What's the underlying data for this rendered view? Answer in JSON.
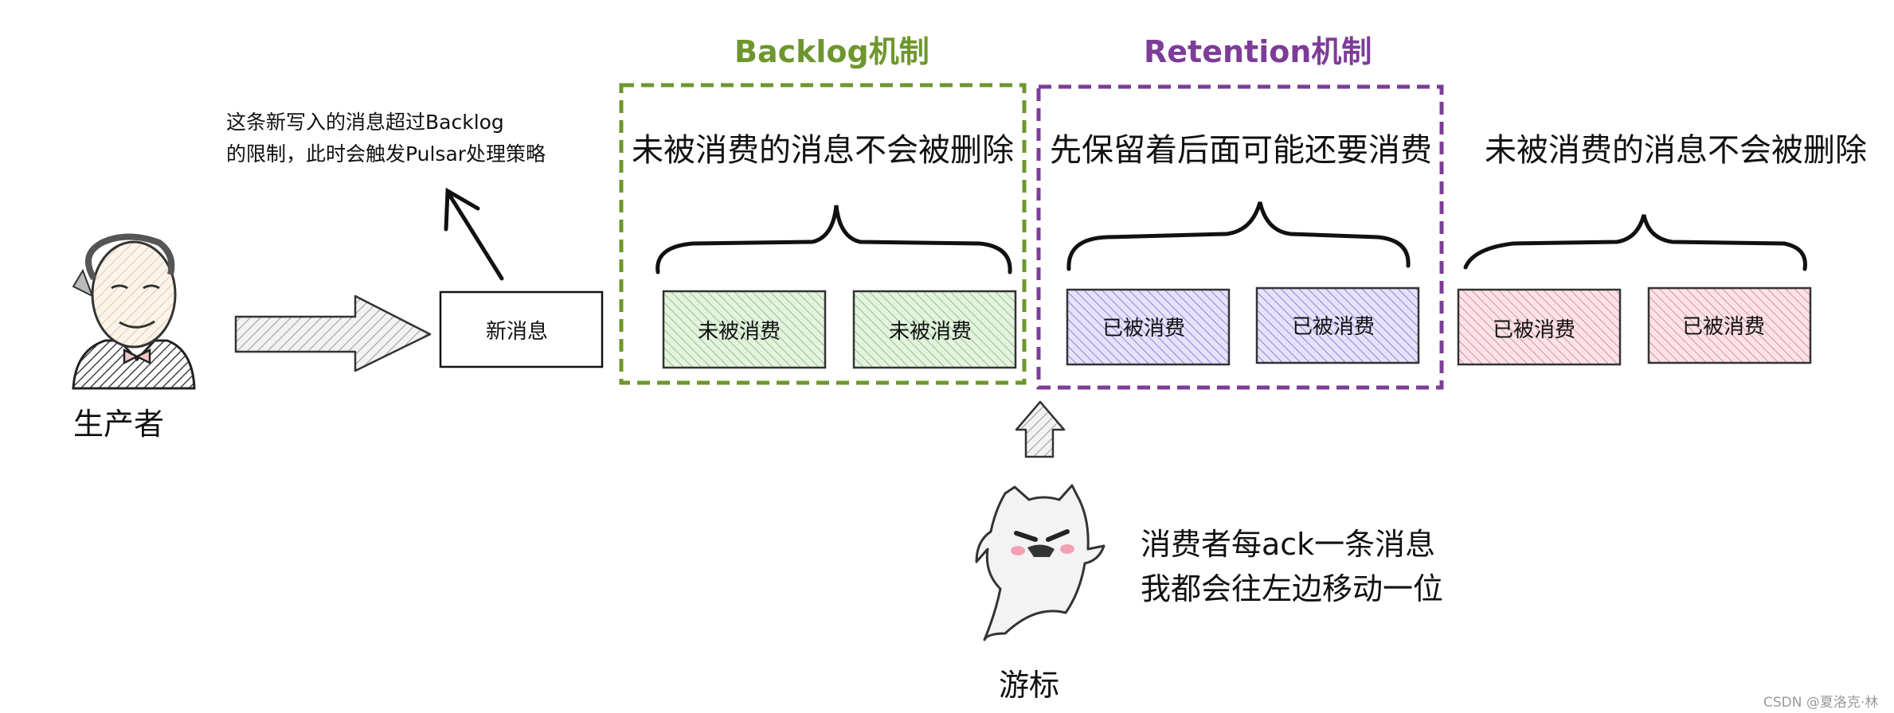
{
  "colors": {
    "backlog": "#6e962e",
    "retention": "#7d3c98",
    "unconsumed_fill": "#cfe8c8",
    "consumed_retained_fill": "#d2ccf3",
    "consumed_deleted_fill": "#f3cdd6",
    "ink": "#111111"
  },
  "icons": {
    "producer": "old-man-avatar-icon",
    "cursor": "ghost-cat-icon"
  },
  "producer": {
    "label": "生产者"
  },
  "note": {
    "line1": "这条新写入的消息超过Backlog",
    "line2": "的限制，此时会触发Pulsar处理策略"
  },
  "new_message": {
    "label": "新消息"
  },
  "backlog": {
    "title": "Backlog机制",
    "description": "未被消费的消息不会被删除",
    "boxes": [
      "未被消费",
      "未被消费"
    ]
  },
  "retention": {
    "title": "Retention机制",
    "description": "先保留着后面可能还要消费",
    "boxes": [
      "已被消费",
      "已被消费"
    ]
  },
  "deleted": {
    "description": "未被消费的消息不会被删除",
    "boxes": [
      "已被消费",
      "已被消费"
    ]
  },
  "cursor": {
    "label": "游标",
    "desc_line1": "消费者每ack一条消息",
    "desc_line2": "我都会往左边移动一位"
  },
  "watermark": "CSDN @夏洛克·林"
}
